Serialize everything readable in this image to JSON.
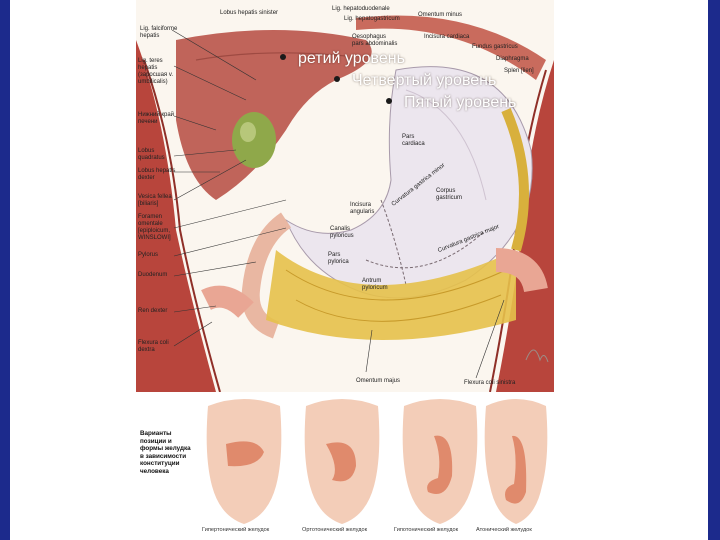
{
  "bullets": {
    "level3": "ретий уровень",
    "level4": "Четвертый уровень",
    "level5": "Пятый уровень"
  },
  "labels": {
    "tl1": "Lig. falciforme\nhepatis",
    "tl2": "Lig. teres\nhepatis\n(заросшая v.\numbilicalis)",
    "tl3": "Нижний край\nпечени",
    "tl4": "Lobus\nquadratus",
    "tl5": "Lobus hepatis\ndexter",
    "tl6": "Vesica fellea\n[biliaris]",
    "tl7": "Foramen\nomentale\n[epiploicum,\nWINSLOWI]",
    "tl8": "Pylorus",
    "tl9": "Duodenum",
    "tl10": "Ren dexter",
    "tl11": "Flexura coli\ndextra",
    "top1": "Lobus hepatis sinister",
    "top2": "Lig. hepatoduodenale",
    "top3": "Lig. hepatogastricum",
    "top4": "Omentum minus",
    "top5": "Oesophagus\npars abdominalis",
    "top6": "Incisura cardiaca",
    "r1": "Fundus gastricus",
    "r2": "Diaphragma",
    "r3": "Splen [lien]",
    "in1": "Pars\ncardiaca",
    "in2": "Corpus\ngastricum",
    "in3": "Incisura\nangularis",
    "in4": "Curvatura gastrica minor",
    "in5": "Canalis\npyloricus",
    "in6": "Pars\npylorica",
    "in7": "Antrum\npyloricum",
    "in8": "Curvatura gastrica major",
    "b1": "Omentum majus",
    "b2": "Flexura coli sinistra"
  },
  "variants": {
    "caption": "Варианты\nпозиции и\nформы желудка\nв зависимости\nконституции\nчеловека",
    "types": [
      "Гипертонический желудок",
      "Ортотонический желудок",
      "Гипотонический желудок",
      "Атонический желудок"
    ]
  },
  "colors": {
    "edge": "#1c2a8c",
    "muscle": "#b8453c",
    "liver": "#c0645a",
    "stomach": "#ece6ee",
    "fat": "#e6c14a",
    "skin": "#f3cdb8",
    "organ": "#e08a6c"
  }
}
